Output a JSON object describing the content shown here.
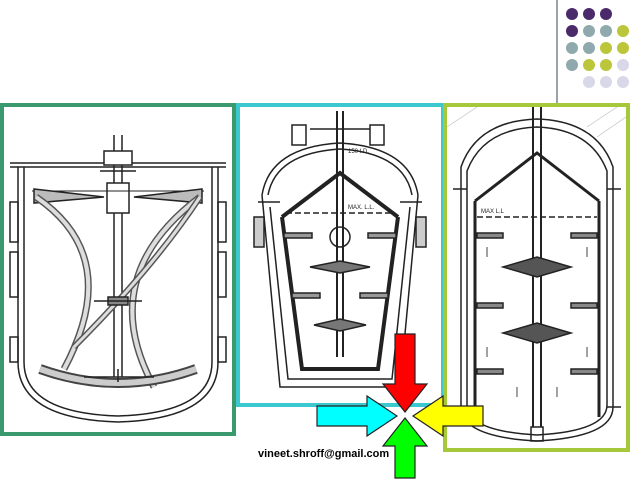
{
  "header": {
    "dot_colors": [
      "#4a2a6a",
      "#8fa9ad",
      "#bcc63a",
      "#d8d8e8"
    ]
  },
  "panels": [
    {
      "name": "helical-ribbon-impeller",
      "border_color": "#3a9a6d"
    },
    {
      "name": "conical-vessel-anchor-agitator",
      "border_color": "#3cc8cf"
    },
    {
      "name": "vessel-with-baffles-turbine",
      "border_color": "#a6c93c",
      "labels": [
        "MAX L.L"
      ]
    }
  ],
  "center_panel": {
    "labels": [
      "150 I.D.",
      "MAX. L.L."
    ]
  },
  "footer": {
    "email": "vineet.shroff@gmail.com"
  },
  "flow_arrows": {
    "colors": {
      "down": "#ff0000",
      "right": "#ffff00",
      "up": "#00ff00",
      "left": "#00ffff"
    }
  }
}
